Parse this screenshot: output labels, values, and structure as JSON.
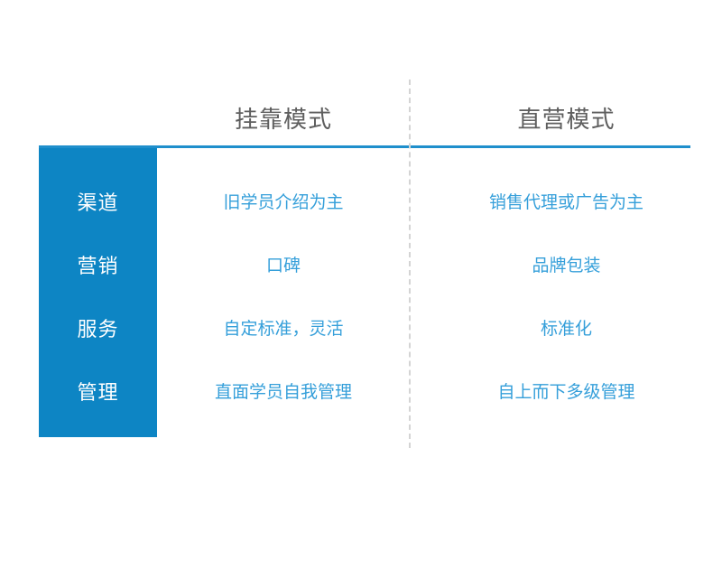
{
  "slide": {
    "background_color": "#ffffff",
    "accent_color": "#1f8fcc",
    "panel_color": "#0d85c4",
    "header_text_color": "#5e5e5e",
    "cell_text_color": "#359fda",
    "divider_color": "#d4d4d4"
  },
  "table": {
    "columns": [
      {
        "label": "挂靠模式"
      },
      {
        "label": "直营模式"
      }
    ],
    "rows": [
      {
        "label": "渠道",
        "values": [
          "旧学员介绍为主",
          "销售代理或广告为主"
        ]
      },
      {
        "label": "营销",
        "values": [
          "口碑",
          "品牌包装"
        ]
      },
      {
        "label": "服务",
        "values": [
          "自定标准，灵活",
          "标准化"
        ]
      },
      {
        "label": "管理",
        "values": [
          "直面学员自我管理",
          "自上而下多级管理"
        ]
      }
    ]
  }
}
